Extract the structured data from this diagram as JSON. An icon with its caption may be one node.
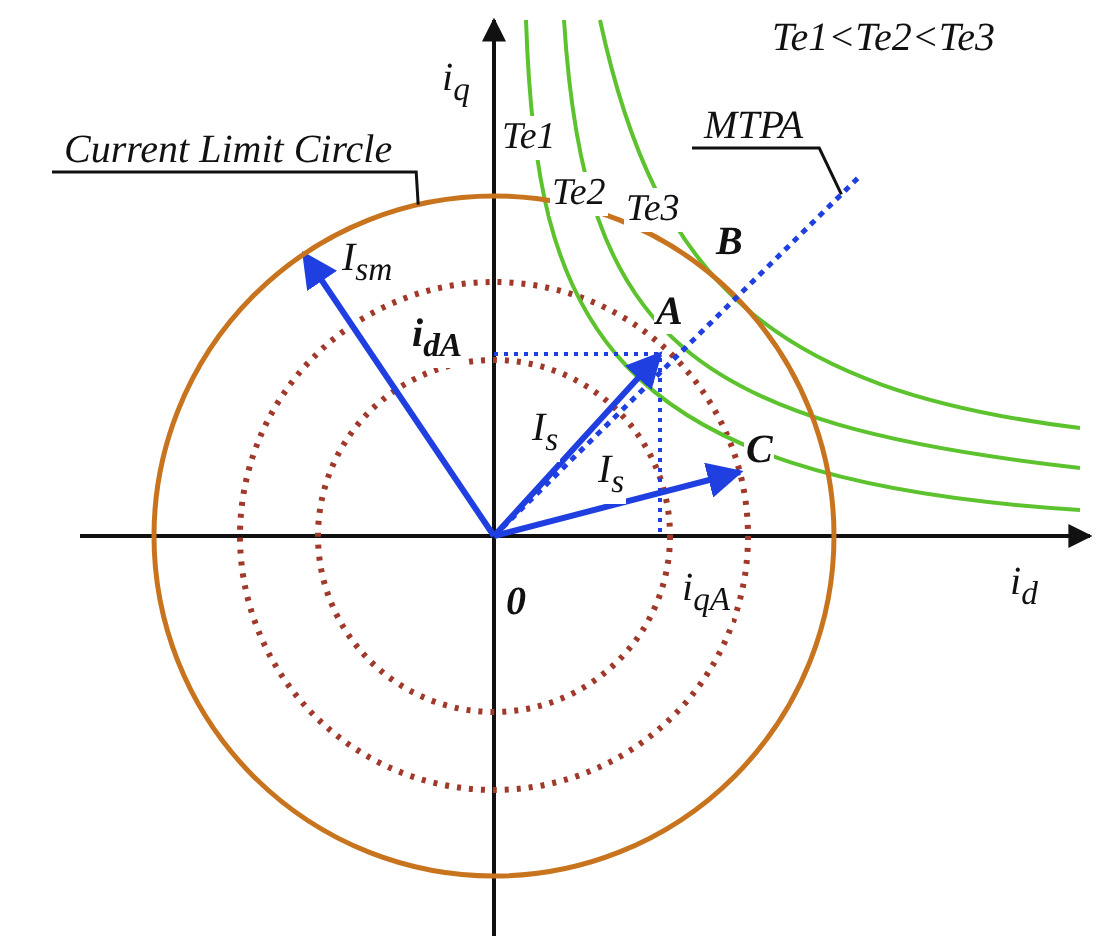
{
  "diagram": {
    "nodes": [
      {
        "text": [
          "Current Limit Circle"
        ]
      },
      {
        "text": [],
        "shape": "circle"
      },
      {
        "text": [
          "MTPA"
        ]
      },
      {
        "text": [],
        "shape": "line"
      }
    ],
    "edges": [
      {
        "from": 0,
        "to": 1,
        "arrow": "none"
      },
      {
        "from": 2,
        "to": 3,
        "arrow": "none"
      }
    ],
    "labels": [
      "Te1<Te2<Te3",
      "i$_{q}$",
      "Te1",
      "Te2",
      "Te3",
      "B",
      "I$_{sm}$",
      "A",
      "i$_{dA}$",
      "I$_{s}$",
      "C",
      "I$_{s}$",
      "0",
      "i$_{qA}$",
      "i$_{d}$"
    ]
  }
}
